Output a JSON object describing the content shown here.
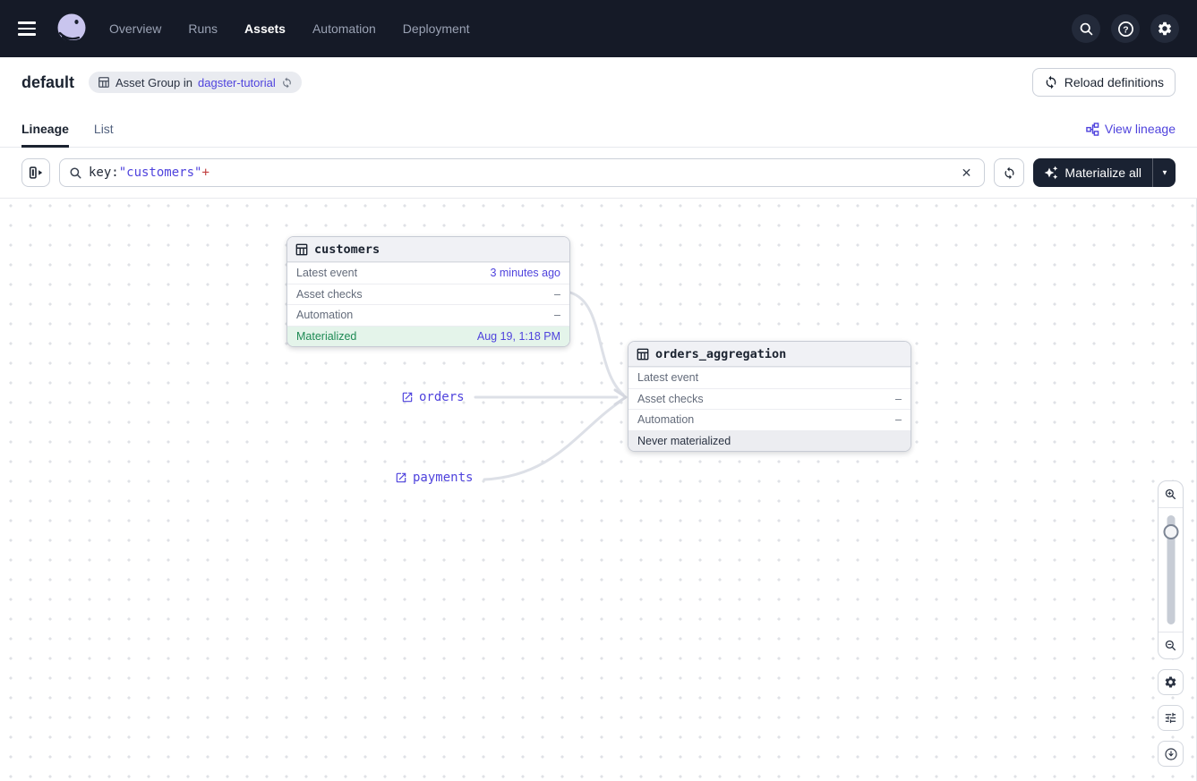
{
  "nav": {
    "links": [
      {
        "label": "Overview",
        "active": false
      },
      {
        "label": "Runs",
        "active": false
      },
      {
        "label": "Assets",
        "active": true
      },
      {
        "label": "Automation",
        "active": false
      },
      {
        "label": "Deployment",
        "active": false
      }
    ]
  },
  "header": {
    "title": "default",
    "badge": {
      "text": "Asset Group in",
      "link": "dagster-tutorial"
    },
    "reload_button": "Reload definitions"
  },
  "tabs": {
    "lineage": "Lineage",
    "list": "List",
    "view_lineage": "View lineage"
  },
  "toolbar": {
    "search": {
      "prefix": "key:",
      "value": "\"customers\"",
      "operator": "+"
    },
    "clear": "✕",
    "materialize_button": "Materialize all",
    "caret": "▼"
  },
  "graph": {
    "nodes": [
      {
        "title": "customers",
        "rows": [
          {
            "label": "Latest event",
            "value": "3 minutes ago"
          },
          {
            "label": "Asset checks",
            "value": "–"
          },
          {
            "label": "Automation",
            "value": "–"
          },
          {
            "label": "Materialized",
            "value": "Aug 19, 1:18 PM"
          }
        ]
      },
      {
        "title": "orders_aggregation",
        "rows": [
          {
            "label": "Latest event",
            "value": ""
          },
          {
            "label": "Asset checks",
            "value": "–"
          },
          {
            "label": "Automation",
            "value": "–"
          },
          {
            "label": "Never materialized",
            "value": ""
          }
        ]
      }
    ],
    "external_assets": [
      {
        "label": "orders"
      },
      {
        "label": "payments"
      }
    ]
  },
  "colors": {
    "accent": "#4F43DD",
    "nav_bg": "#151A27",
    "success_text": "#1E8A54",
    "success_bg": "#E4F4EA",
    "edge": "#DDE0E7",
    "operator_red": "#C13E3E"
  }
}
